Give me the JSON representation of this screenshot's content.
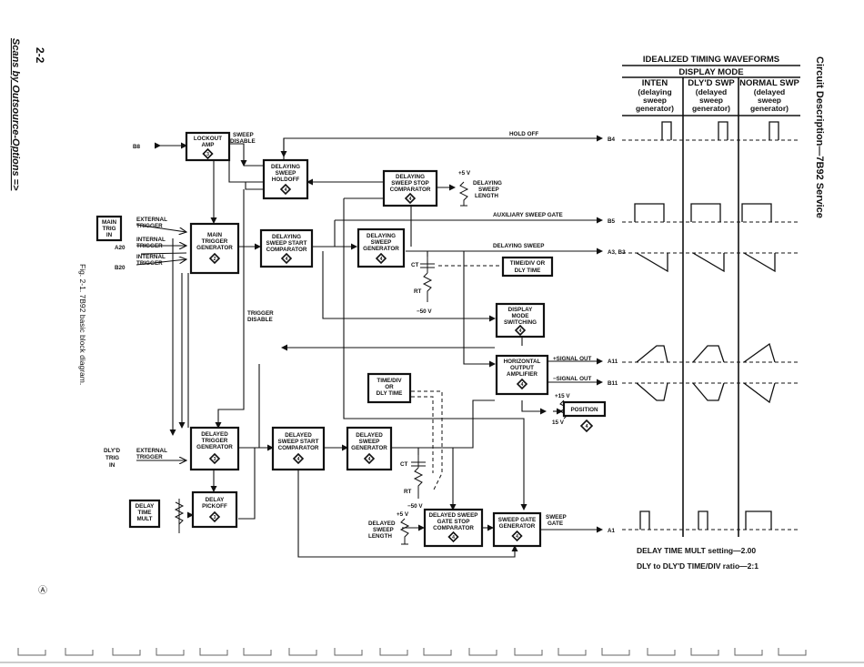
{
  "page": {
    "number": "2-2",
    "header_note": "Scans by Outsource-Options =>",
    "section_title": "Circuit Description—7B92 Service",
    "figure_caption": "Fig. 2-1. 7B92 basic block diagram.",
    "corner_mark": "Ⓐ"
  },
  "blocks": {
    "lockout_amp": {
      "l1": "LOCKOUT",
      "l2": "AMP",
      "num": "3"
    },
    "delaying_sweep_holdoff": {
      "l1": "DELAYING",
      "l2": "SWEEP",
      "l3": "HOLDOFF",
      "num": "4"
    },
    "delaying_sweep_stop_comparator": {
      "l1": "DELAYING",
      "l2": "SWEEP STOP",
      "l3": "COMPARATOR",
      "num": "4"
    },
    "main_trigger_generator": {
      "l1": "MAIN",
      "l2": "TRIGGER",
      "l3": "GENERATOR",
      "num": "2"
    },
    "delaying_sweep_start_comparator": {
      "l1": "DELAYING",
      "l2": "SWEEP START",
      "l3": "COMPARATOR",
      "num": "4"
    },
    "delaying_sweep_generator": {
      "l1": "DELAYING",
      "l2": "SWEEP",
      "l3": "GENERATOR",
      "num": "4"
    },
    "time_div_top": {
      "l1": "TIME/DIV OR",
      "l2": "DLY TIME"
    },
    "display_mode_switching": {
      "l1": "DISPLAY",
      "l2": "MODE",
      "l3": "SWITCHING",
      "num": "4"
    },
    "horizontal_output_amplifier": {
      "l1": "HORIZONTAL",
      "l2": "OUTPUT",
      "l3": "AMPLIFIER",
      "num": "4"
    },
    "time_div_mid": {
      "l1": "TIME/DIV",
      "l2": "OR",
      "l3": "DLY TIME"
    },
    "position": {
      "l1": "POSITION"
    },
    "position_num": "4",
    "delayed_trigger_generator": {
      "l1": "DELAYED",
      "l2": "TRIGGER",
      "l3": "GENERATOR",
      "num": "3"
    },
    "delayed_sweep_start_comparator": {
      "l1": "DELAYED",
      "l2": "SWEEP START",
      "l3": "COMPARATOR",
      "num": "4"
    },
    "delayed_sweep_generator": {
      "l1": "DELAYED",
      "l2": "SWEEP",
      "l3": "GENERATOR",
      "num": "4"
    },
    "delay_pickoff": {
      "l1": "DELAY",
      "l2": "PICKOFF",
      "num": "3"
    },
    "delay_time_mult": {
      "l1": "DELAY",
      "l2": "TIME",
      "l3": "MULT"
    },
    "main_trig_in": {
      "l1": "MAIN",
      "l2": "TRIG",
      "l3": "IN"
    },
    "delayed_sweep_gate_stop_comparator": {
      "l1": "DELAYED SWEEP",
      "l2": "GATE STOP",
      "l3": "COMPARATOR",
      "num": "4"
    },
    "sweep_gate_generator": {
      "l1": "SWEEP GATE",
      "l2": "GENERATOR",
      "num": "4"
    }
  },
  "labels": {
    "b8": "B8",
    "sweep_disable_1": "SWEEP",
    "sweep_disable_2": "DISABLE",
    "hold_off": "HOLD OFF",
    "b4": "B4",
    "plus5v_top": "+5 V",
    "delaying_sweep_length_1": "DELAYING",
    "delaying_sweep_length_2": "SWEEP",
    "delaying_sweep_length_3": "LENGTH",
    "external_trigger_1": "EXTERNAL",
    "external_trigger_2": "TRIGGER",
    "internal_trigger_a_1": "INTERNAL",
    "internal_trigger_a_2": "TRIGGER",
    "a20": "A20",
    "internal_trigger_b_1": "INTERNAL",
    "internal_trigger_b_2": "TRIGGER",
    "b20": "B20",
    "auxiliary_sweep_gate": "AUXILIARY SWEEP GATE",
    "b5": "B5",
    "delaying_sweep": "DELAYING SWEEP",
    "a3b3": "A3, B3",
    "ct_top": "CT",
    "rt_top": "RT",
    "minus50v_top": "−50 V",
    "trigger_disable_1": "TRIGGER",
    "trigger_disable_2": "DISABLE",
    "signal_out_plus": "+SIGNAL OUT",
    "a11": "A11",
    "signal_out_minus": "−SIGNAL OUT",
    "b11": "B11",
    "plus15v": "+15 V",
    "p15v": "15 V",
    "dlyd_trig_in_1": "DLY'D",
    "dlyd_trig_in_2": "TRIG",
    "dlyd_trig_in_3": "IN",
    "external_trigger_d_1": "EXTERNAL",
    "external_trigger_d_2": "TRIGGER",
    "ct_bot": "CT",
    "rt_bot": "RT",
    "minus50v_bot": "−50 V",
    "plus5v_bot": "+5 V",
    "delayed_sweep_length_1": "DELAYED",
    "delayed_sweep_length_2": "SWEEP",
    "delayed_sweep_length_3": "LENGTH",
    "sweep_gate_1": "SWEEP",
    "sweep_gate_2": "GATE",
    "a1": "A1"
  },
  "timing": {
    "title": "IDEALIZED TIMING WAVEFORMS",
    "display_mode": "DISPLAY MODE",
    "col1": {
      "l1": "INTEN",
      "l2": "(delaying",
      "l3": "sweep",
      "l4": "generator)"
    },
    "col2": {
      "l1": "DLY'D SWP",
      "l2": "(delayed",
      "l3": "sweep",
      "l4": "generator)"
    },
    "col3": {
      "l1": "NORMAL SWP",
      "l2": "(delayed",
      "l3": "sweep",
      "l4": "generator)"
    },
    "setting_1": "DELAY TIME MULT setting—2.00",
    "setting_2": "DLY to DLY'D TIME/DIV ratio—2:1"
  }
}
